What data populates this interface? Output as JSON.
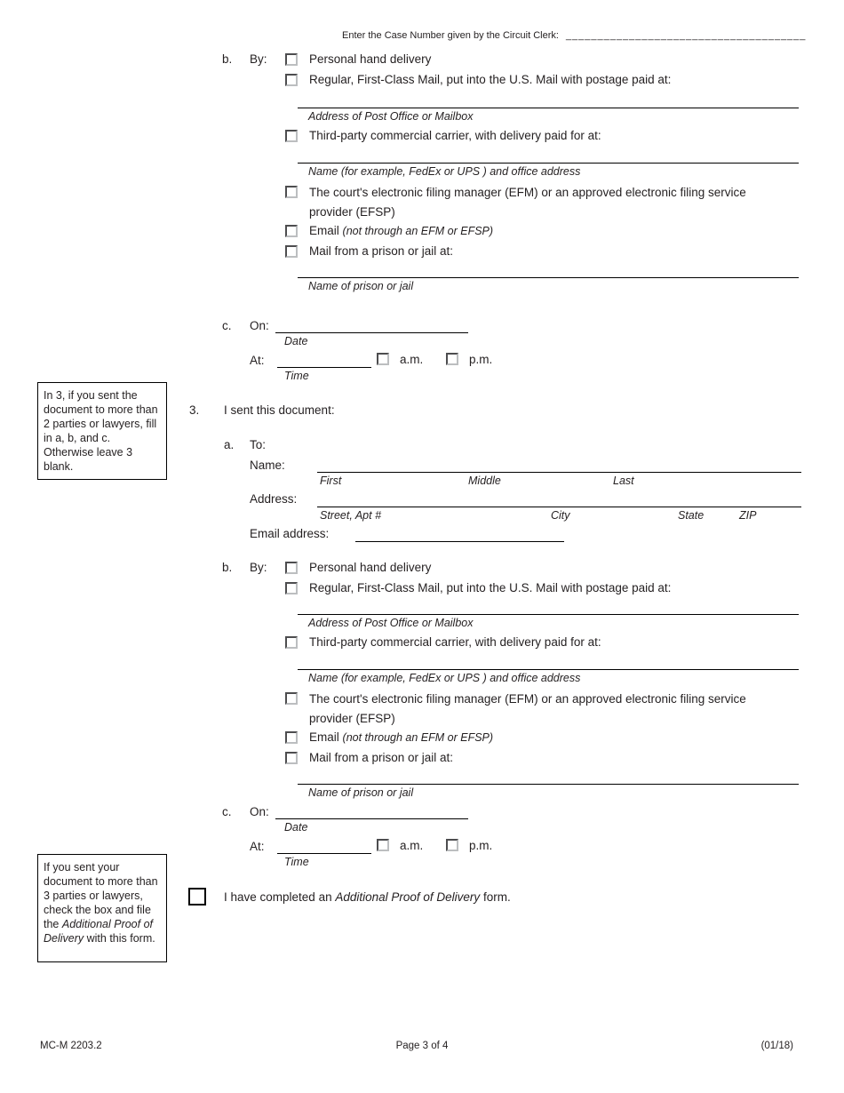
{
  "header": {
    "case_number_label": "Enter the Case Number given by the Circuit Clerk:",
    "case_number_blank": "______________________________________"
  },
  "labels": {
    "b": "b.",
    "c": "c.",
    "a": "a.",
    "by": "By:",
    "on": "On:",
    "at": "At:",
    "to": "To:",
    "name": "Name:",
    "address": "Address:",
    "email_address": "Email address:",
    "am": "a.m.",
    "pm": "p.m.",
    "date": "Date",
    "time": "Time",
    "first": "First",
    "middle": "Middle",
    "last": "Last",
    "street": "Street, Apt #",
    "city": "City",
    "state": "State",
    "zip": "ZIP"
  },
  "by_options": {
    "personal": "Personal hand delivery",
    "regular_mail": "Regular, First-Class Mail, put into the U.S. Mail with postage paid at:",
    "address_po_label": "Address of Post Office or Mailbox",
    "third_party": "Third-party commercial carrier, with delivery paid for at:",
    "carrier_label": "Name (for example, FedEx or UPS ) and office address",
    "efm": "The court's electronic filing manager (EFM) or an approved electronic filing service provider (EFSP)",
    "email": "Email",
    "email_note": "(not through an EFM or EFSP)",
    "prison": "Mail from a prison or jail at:",
    "prison_label": "Name of prison or jail"
  },
  "section3": {
    "number": "3.",
    "title": "I sent this document:"
  },
  "note1": {
    "text": "In 3, if you sent the document to more than 2 parties or lawyers, fill in a, b, and c. Otherwise leave 3 blank."
  },
  "note2": {
    "pre": "If you sent your document to more than 3 parties or lawyers, check the box and file the ",
    "italic": "Additional Proof of Delivery",
    "post": " with this form."
  },
  "additional_proof": {
    "pre": "I have completed an ",
    "italic": "Additional Proof of Delivery",
    "post": " form."
  },
  "footer": {
    "left": "MC-M 2203.2",
    "center": "Page 3 of 4",
    "right": "(01/18)"
  }
}
